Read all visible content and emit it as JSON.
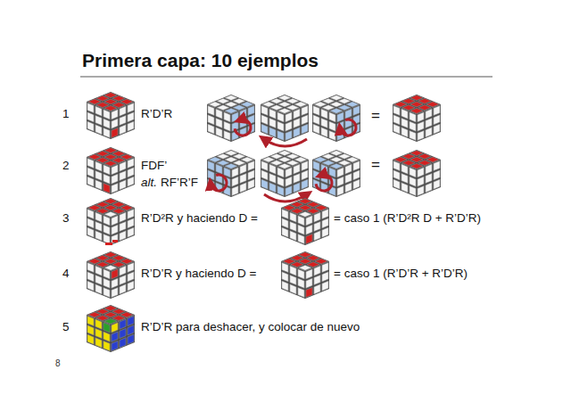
{
  "diagram": {
    "title": "Primera capa: 10 ejemplos",
    "labels": [
      "1",
      "R’D’R",
      "=",
      "2",
      "FDF’",
      "alt.",
      "RF’R’F",
      "=",
      "3",
      "R’D²R y haciendo D =",
      "= caso 1 (R’D²R D + R’D’R)",
      "4",
      "R’D’R y haciendo D =",
      "= caso 1 (R’D’R + R’D’R)",
      "5",
      "R’D’R para deshacer, y colocar de nuevo",
      "8"
    ]
  }
}
